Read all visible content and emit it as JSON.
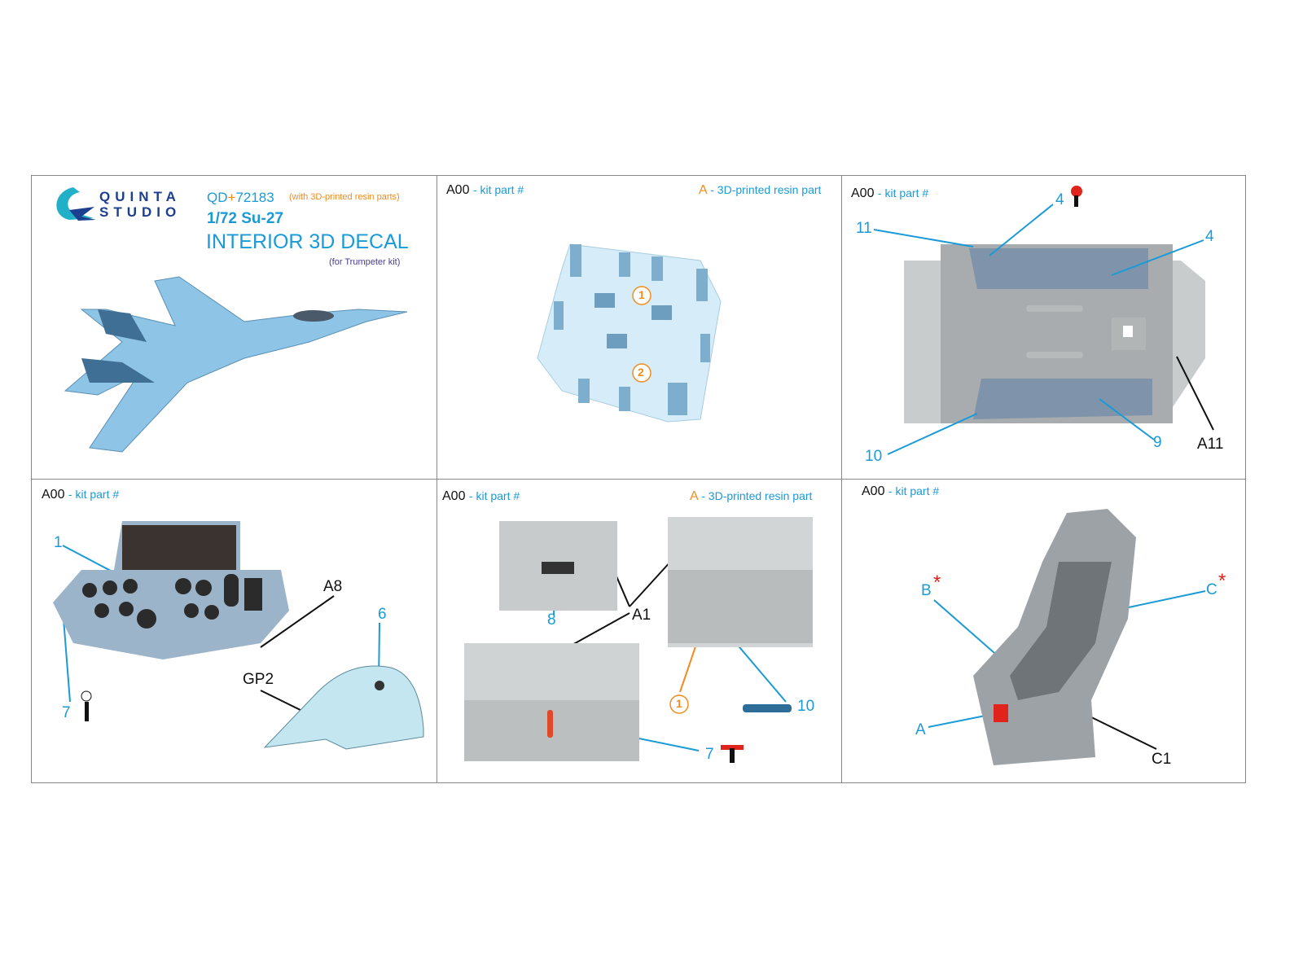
{
  "logo": {
    "line1": "QUINTA",
    "line2": "STUDIO"
  },
  "product": {
    "code_prefix": "QD",
    "code_plus": "+",
    "code_number": "72183",
    "resin_note": "(with 3D-printed resin parts)",
    "scale_model": "1/72 Su-27",
    "title": "INTERIOR 3D DECAL",
    "kit_note": "(for Trumpeter kit)"
  },
  "legend": {
    "kit_code": "A00",
    "kit_text": "- kit part #",
    "resin_code": "A",
    "resin_text": "- 3D-printed resin part"
  },
  "panels": {
    "p2": {
      "circle1": "1",
      "circle2": "2"
    },
    "p3": {
      "l11": "11",
      "l4a": "4",
      "l4b": "4",
      "l10": "10",
      "l9": "9",
      "a11": "A11"
    },
    "p4": {
      "l1": "1",
      "a8": "A8",
      "l6": "6",
      "gp2": "GP2",
      "l7": "7"
    },
    "p5": {
      "l8": "8",
      "a1": "A1",
      "c1": "1",
      "l10": "10",
      "l7": "7"
    },
    "p6": {
      "b": "B",
      "c": "C",
      "a": "A",
      "c1": "C1",
      "star": "*"
    }
  },
  "colors": {
    "blue": "#1a9ad6",
    "orange": "#f28c1e",
    "navy": "#1d3f8f",
    "red": "#e0241b",
    "purple": "#4b3a9a"
  }
}
